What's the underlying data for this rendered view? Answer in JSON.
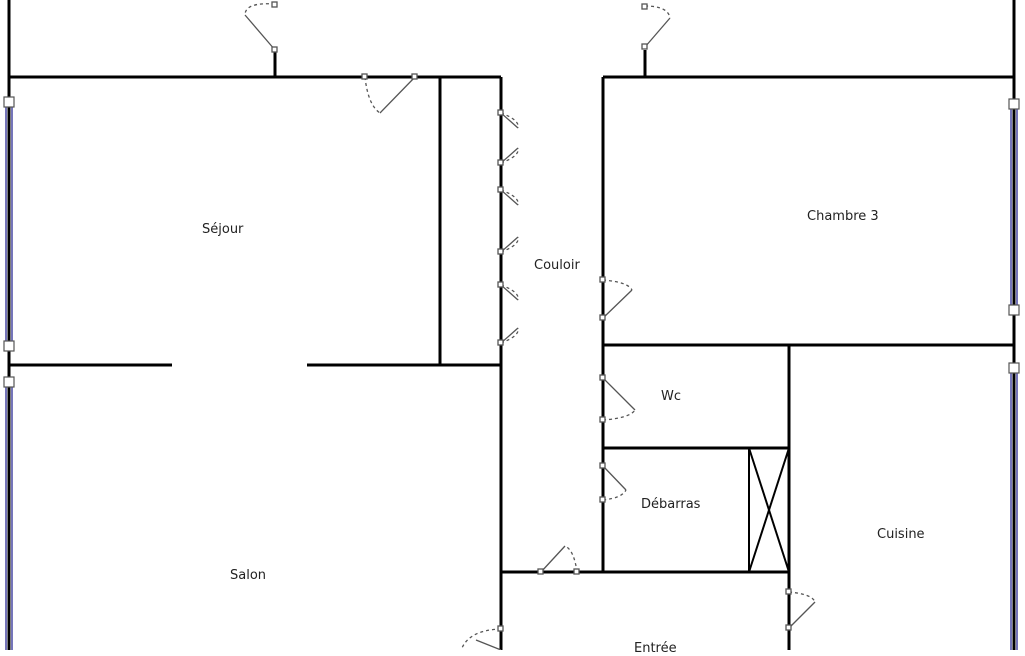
{
  "rooms": {
    "sejour": "Séjour",
    "couloir": "Couloir",
    "chambre3": "Chambre 3",
    "wc": "Wc",
    "debarras": "Débarras",
    "cuisine": "Cuisine",
    "salon": "Salon",
    "entree": "Entrée"
  },
  "colors": {
    "wall": "#000000",
    "window": "#1a1a8c",
    "door": "#555555"
  }
}
